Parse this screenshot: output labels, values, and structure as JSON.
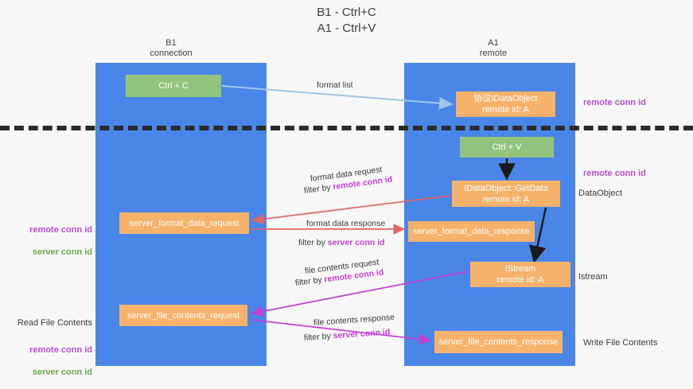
{
  "title": "B1 - Ctrl+C\nA1 - Ctrl+V",
  "columns": {
    "left": "B1\nconnection",
    "right": "A1\nremote"
  },
  "nodes": {
    "ctrl_c": "Ctrl + C",
    "idataobject": "协议IDataObject\nremote id: A",
    "ctrl_v": "Ctrl + V",
    "idataobject_getdata": "IDataObject::GetData\nremote id: A",
    "server_format_data_request": "server_format_data_request",
    "server_format_data_response": "server_format_data_response",
    "istream": "IStream\nremote id: A",
    "server_file_contents_request": "server_file_contents_request",
    "server_file_contents_response": "server_file_contents_response"
  },
  "edges": {
    "format_list": "format list",
    "format_data_request": "format data request",
    "format_data_request_filter_prefix": "filter by ",
    "format_data_request_filter_key": "remote conn id",
    "format_data_response": "format data response",
    "format_data_response_filter_prefix": "filter by ",
    "format_data_response_filter_key": "server conn id",
    "file_contents_request": "file contents request",
    "file_contents_request_filter_prefix": "filter by ",
    "file_contents_request_filter_key": "remote conn id",
    "file_contents_response": "file contents response",
    "file_contents_response_filter_prefix": "filter by ",
    "file_contents_response_filter_key": "server conn id"
  },
  "annotations": {
    "right_remote_conn_id_top": "remote conn id",
    "right_remote_conn_id_mid": "remote conn id",
    "right_dataobject": "DataObject",
    "right_istream": "Istream",
    "right_write_file_contents": "Write File Contents",
    "left_remote_conn_id": "remote conn id",
    "left_server_conn_id": "server conn id",
    "left_read_file_contents": "Read File Contents",
    "left_remote_conn_id_2": "remote conn id",
    "left_server_conn_id_2": "server conn id"
  },
  "colors": {
    "lane": "#4a86e8",
    "green_node": "#93c47d",
    "orange_node": "#f6b26b",
    "purple_key": "#b44fcf",
    "green_key": "#6aa84f",
    "separator": "#2b2b2b",
    "arrow_blue": "#9fc5e8",
    "arrow_red": "#e06666",
    "arrow_magenta": "#c23fd0",
    "arrow_black": "#1a1a1a"
  }
}
